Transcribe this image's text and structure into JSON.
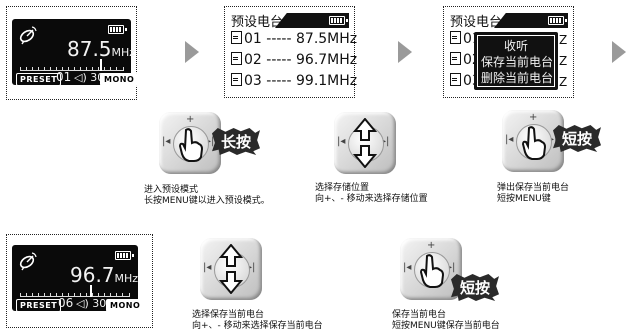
{
  "step1": {
    "frequency": "87.5",
    "unit": "MHz",
    "preset_tag": "PRESET",
    "preset_number": "01",
    "volume": "30",
    "mono_tag": "MONO"
  },
  "step2": {
    "title": "预设电台",
    "rows": [
      {
        "num": "01",
        "dashes": "-----",
        "freq": "87.5MHz"
      },
      {
        "num": "02",
        "dashes": "-----",
        "freq": "96.7MHz"
      },
      {
        "num": "03",
        "dashes": "-----",
        "freq": "99.1MHz"
      }
    ]
  },
  "step3": {
    "title": "预设电台",
    "row_stub_1": "01",
    "row_stub_2": "02",
    "row_stub_3": "03",
    "edge_char": "Z",
    "menu_items": [
      "收听",
      "保存当前电台",
      "删除当前电台"
    ]
  },
  "step4": {
    "frequency": "96.7",
    "unit": "MHz",
    "preset_tag": "PRESET",
    "preset_number": "06",
    "volume": "30",
    "mono_tag": "MONO"
  },
  "labels": {
    "long_press": "长按",
    "short_press": "短按"
  },
  "captions": {
    "c1_line1": "进入预设模式",
    "c1_line2": "长按MENU键以进入预设模式。",
    "c2_line1": "选择存储位置",
    "c2_line2": "向+、- 移动来选择存储位置",
    "c3_line1": "弹出保存当前电台",
    "c3_line2": "短按MENU键",
    "c4_line1": "选择保存当前电台",
    "c4_line2": "向+、- 移动来选择保存当前电台",
    "c5_line1": "保存当前电台",
    "c5_line2": "短按MENU键保存当前电台"
  },
  "icons": {
    "signal": "satellite-dish-icon",
    "battery": "battery-icon",
    "speaker": "speaker-icon",
    "arrow": "next-step-arrow-icon",
    "hand": "pointing-hand-icon"
  },
  "colors": {
    "lcd_background": "#0a0a0a",
    "arrow": "#9a9a9a",
    "starburst": "#2a2a2a"
  }
}
